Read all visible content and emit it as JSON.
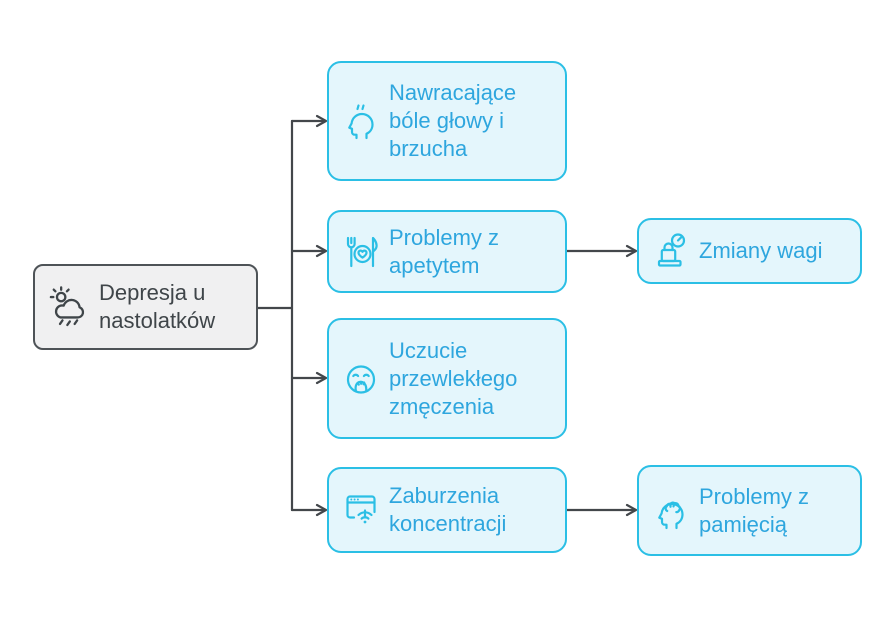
{
  "diagram_title": "Depresja u nastolatków",
  "root": {
    "label": "Depresja u nastolatków",
    "icon": "sun-rain-cloud-icon"
  },
  "symptoms": [
    {
      "id": "headaches",
      "label": "Nawracające bóle głowy i brzucha",
      "icon": "headache-head-icon"
    },
    {
      "id": "appetite",
      "label": "Problemy z apetytem",
      "icon": "appetite-plate-icon",
      "child": {
        "label": "Zmiany wagi",
        "icon": "weight-scale-icon"
      }
    },
    {
      "id": "fatigue",
      "label": "Uczucie przewlekłego zmęczenia",
      "icon": "tired-face-icon"
    },
    {
      "id": "concentration",
      "label": "Zaburzenia koncentracji",
      "icon": "browser-signal-icon",
      "child": {
        "label": "Problemy z pamięcią",
        "icon": "memory-brain-head-icon"
      }
    }
  ],
  "colors": {
    "node_fill": "#e4f6fc",
    "node_border": "#2bbfe5",
    "node_text": "#2ea6de",
    "root_fill": "#f0f0f1",
    "root_border": "#4e5357",
    "root_text": "#3f4549",
    "connector": "#43474b",
    "canvas_bg": "#ffffff"
  }
}
